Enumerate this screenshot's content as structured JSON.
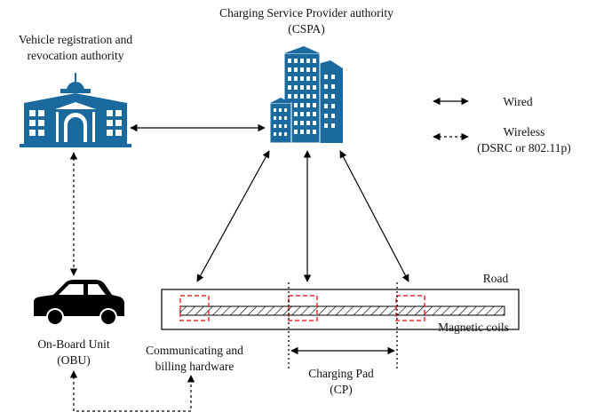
{
  "labels": {
    "cspa_line1": "Charging Service Provider authority",
    "cspa_line2": "(CSPA)",
    "vehicle_auth_line1": "Vehicle registration and",
    "vehicle_auth_line2": "revocation authority",
    "legend_wired": "Wired",
    "legend_wireless_line1": "Wireless",
    "legend_wireless_line2": "(DSRC or 802.11p)",
    "road": "Road",
    "magnetic_coils": "Magnetic coils",
    "obu_line1": "On-Board Unit",
    "obu_line2": "(OBU)",
    "hardware_line1": "Communicating and",
    "hardware_line2": "billing hardware",
    "cp_line1": "Charging Pad",
    "cp_line2": "(CP)"
  },
  "colors": {
    "building": "#1a6aa0",
    "building_window": "#ffffff",
    "coil_box": "#e03030",
    "car": "#000000",
    "line": "#000000"
  },
  "icons": {
    "government_building": "government-building-icon",
    "office_buildings": "office-buildings-icon",
    "car": "car-icon"
  }
}
